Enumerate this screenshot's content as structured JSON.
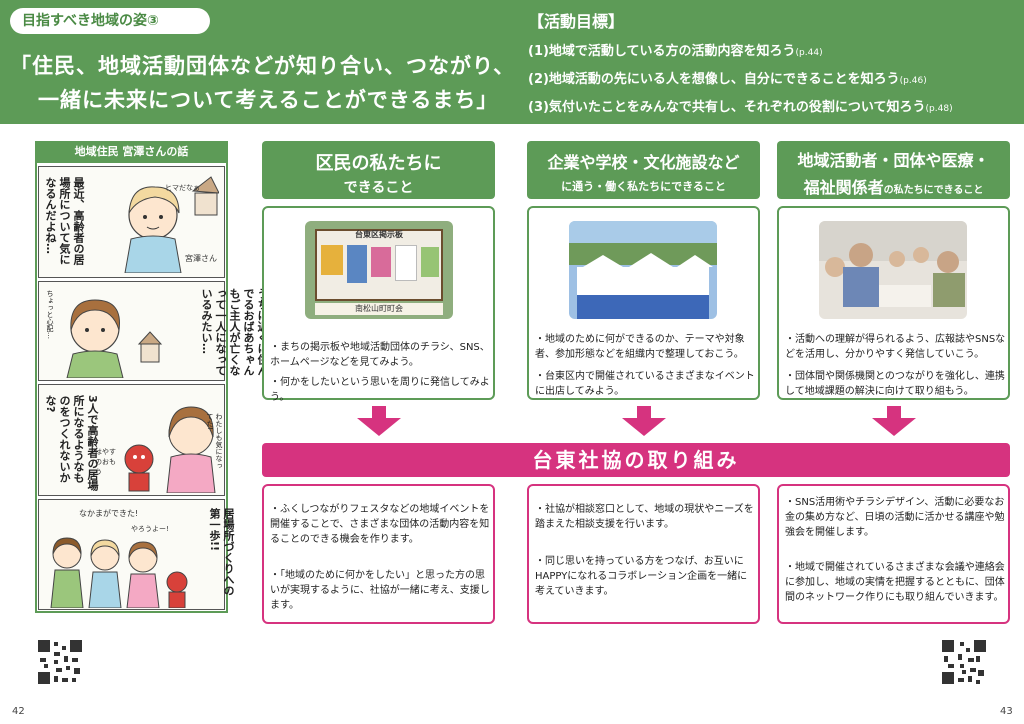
{
  "header": {
    "tag": "目指すべき地域の姿③",
    "vision_line1": "「住民、地域活動団体などが知り合い、つながり、",
    "vision_line2": "一緒に未来について考えることができるまち」",
    "goals_title": "【活動目標】",
    "goals": [
      {
        "text": "(1)地域で活動している方の活動内容を知ろう",
        "page": "(p.44)"
      },
      {
        "text": "(2)地域活動の先にいる人を想像し、自分にできることを知ろう",
        "page": "(p.46)"
      },
      {
        "text": "(3)気付いたことをみんなで共有し、それぞれの役割について知ろう",
        "page": "(p.48)"
      }
    ]
  },
  "manga": {
    "title": "地域住民 宮澤さんの話",
    "panel1_text": "最近、高齢者の居場所について気になるんだよね…",
    "panel1_bubble": "ヒマだなぁ",
    "panel1_name": "宮澤さん",
    "panel2_text": "うちに近くに住んでるおばあちゃんもご主人が亡くなって一人になっているみたい…",
    "panel2_bubble": "ちょっと心配…",
    "panel3_text": "3人で高齢者の居場所になるようなものをつくれないかな?",
    "panel3_bubble1": "わたしも気になってた!",
    "panel3_bubble2": "はやすのおもう",
    "panel4_text": "居場所づくりへの第一歩!!",
    "panel4_bubble1": "なかまができた!",
    "panel4_bubble2": "やろうよー!"
  },
  "columns": [
    {
      "heading_line1": "区民の私たちに",
      "heading_line2": "できること",
      "photo_caption": "台東区掲示板",
      "photo_sub": "南松山町町会",
      "bullets": [
        "・まちの掲示板や地域活動団体のチラシ、SNS、ホームページなどを見てみよう。",
        "・何かをしたいという思いを周りに発信してみよう。"
      ]
    },
    {
      "heading_line1": "企業や学校・文化施設など",
      "heading_line2": "に通う・働く私たちにできること",
      "bullets": [
        "・地域のために何ができるのか、テーマや対象者、参加形態などを組織内で整理しておこう。",
        "・台東区内で開催されているさまざまなイベントに出店してみよう。"
      ]
    },
    {
      "heading_line1": "地域活動者・団体や医療・",
      "heading_line2": "福祉関係者",
      "heading_suffix": "の私たちにできること",
      "bullets": [
        "・活動への理解が得られるよう、広報誌やSNSなどを活用し、分かりやすく発信していこう。",
        "・団体間や関係機関とのつながりを強化し、連携して地域課題の解決に向けて取り組もう。"
      ]
    }
  ],
  "council": {
    "title": "台東社協の取り組み",
    "boxes": [
      [
        "・ふくしつながりフェスタなどの地域イベントを開催することで、さまざまな団体の活動内容を知ることのできる機会を作ります。",
        "・「地域のために何かをしたい」と思った方の思いが実現するように、社協が一緒に考え、支援します。"
      ],
      [
        "・社協が相談窓口として、地域の現状やニーズを踏まえた相談支援を行います。",
        "・同じ思いを持っている方をつなげ、お互いにHAPPYになれるコラボレーション企画を一緒に考えていきます。"
      ],
      [
        "・SNS活用術やチラシデザイン、活動に必要なお金の集め方など、日頃の活動に活かせる講座や勉強会を開催します。",
        "・地域で開催されているさまざまな会議や連絡会に参加し、地域の実情を把握するとともに、団体間のネットワーク作りにも取り組んでいきます。"
      ]
    ]
  },
  "page_numbers": {
    "left": "42",
    "right": "43"
  },
  "colors": {
    "green": "#5d9b57",
    "pink": "#d6337f"
  }
}
